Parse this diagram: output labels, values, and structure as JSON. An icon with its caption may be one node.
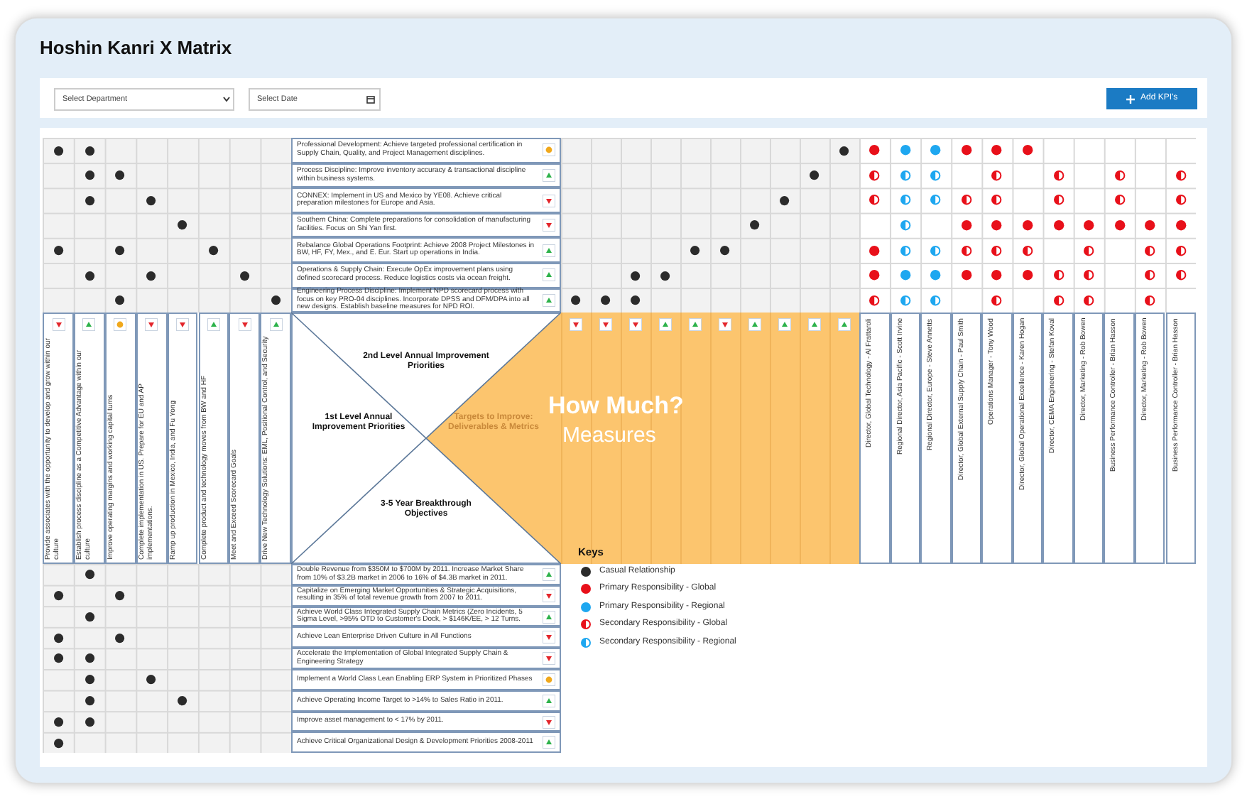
{
  "diagram": {
    "title": "Hoshin Kanri X Matrix",
    "labels": [
      "Select Department",
      "Select Date",
      "Add KPI's",
      "Professional Development:  Achieve targeted professional certification in Supply Chain, Quality, and Project Management disciplines.",
      "Process Discipline:  Improve inventory accuracy & transactional discipline within business systems.",
      "CONNEX:  Implement in US and Mexico by YE08.  Achieve critical preparation milestones for Europe and Asia.",
      "Southern China:  Complete preparations for consolidation of manufacturing facilities.  Focus on Shi Yan first.",
      "Rebalance Global Operations Footprint:  Achieve 2008 Project Milestones in BW, HF, FY, Mex., and E. Eur.  Start up operations in India.",
      "Operations & Supply Chain:  Execute OpEx improvement plans using defined scorecard process.  Reduce logistics costs via ocean freight.",
      "Engineering Process Discipline: Implement NPD scorecard process with focus on key PRO-04 disciplines.  Incorporate DPSS and DFM/DPA into all new designs.  Establish baseline measures for NPD ROI.",
      "Provide associates with the opportunity to develop and grow within our culture",
      "Establish process discipline as a Competitive Advantage within our culture",
      "Improve operating margins and working capital turns",
      "Complete implementation in US.  Prepare for EU and AP implementations.",
      "Ramp up production in Mexico, India, and Fu Yong",
      "Complete product and technology moves from BW and HF",
      "Meet and Exceed Scorecard Goals",
      "Drive New Technology Solutions: EML, Positional Control, and Security",
      "2nd Level Annual Improvement Priorities",
      "1st Level Annual Improvement Priorities",
      "Targets to Improve: Deliverables & Metrics",
      "3-5 Year Breakthrough Objectives",
      "How Much?",
      "Measures",
      "Director, Global Technology - Al Frattaroli",
      "Regional Director, Asia Pacific - Scott Irvine",
      "Regional Director, Europe - Steve Annetts",
      "Director, Global External Supply Chain - Paul Smith",
      "Operations Manager - Tony Wood",
      "Director, Global Operational Excellence - Karen Hogan",
      "Director, CEMA Engineering - Stefan Koval",
      "Director, Marketing - Rob Bowen",
      "Business Performance Controller - Brian Hasson",
      "Director, Marketing - Rob Bowen",
      "Business Performance Controller - Brian Hasson",
      "Double Revenue from $350M to $700M by 2011.  Increase Market Share from 10% of $3.2B market in 2006 to 16% of $4.3B market in 2011.",
      "Capitalize on Emerging Market Opportunities & Strategic Acquisitions, resulting in 35% of total revenue growth from 2007 to 2011.",
      "Achieve World Class Integrated Supply Chain Metrics (Zero Incidents, 5 Sigma Level, >95% OTD to Customer's Dock, > $146K/EE, > 12 Turns.",
      "Achieve Lean Enterprise Driven Culture in All Functions",
      "Accelerate the Implementation of Global Integrated Supply Chain & Engineering Strategy",
      "Implement a World Class Lean Enabling ERP System in Prioritized Phases",
      "Achieve Operating Income Target to >14% to Sales Ratio in 2011.",
      "Improve asset management to < 17% by 2011.",
      "Achieve Critical Organizational Design & Development Priorities 2008-2011",
      "Keys"
    ],
    "legend": [
      {
        "text": "Casual Relationship",
        "color": "#2b2b2b"
      },
      {
        "text": "Primary Responsibility - Global",
        "color": "#e8101a"
      },
      {
        "text": "Primary Responsibility - Regional",
        "color": "#1ea7f0"
      },
      {
        "text": "Secondary Responsibility - Global",
        "color": "#e8101a"
      },
      {
        "text": "Secondary Responsibility - Regional",
        "color": "#1ea7f0"
      }
    ]
  }
}
